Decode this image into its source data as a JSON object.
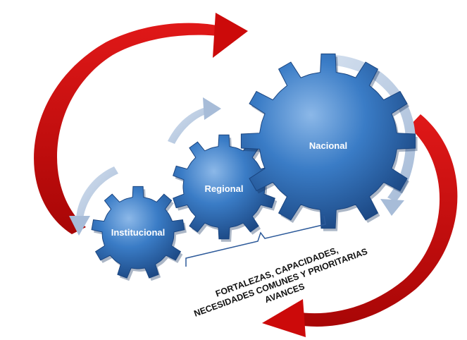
{
  "gears": [
    {
      "label": "Institucional"
    },
    {
      "label": "Regional"
    },
    {
      "label": "Nacional"
    }
  ],
  "caption": {
    "lines": [
      "FORTALEZAS,  CAPACIDADES,",
      "NECESIDADES  COMUNES Y PRIORITARIAS",
      "AVANCES"
    ]
  },
  "colors": {
    "gear_fill": "#2f6fb7",
    "gear_highlight": "#8cb8e8",
    "gear_shadow": "#1a4580",
    "big_arrow": "#cc0a0a",
    "small_arrow": "#b8c9e0",
    "bracket": "#2d5a9a"
  }
}
